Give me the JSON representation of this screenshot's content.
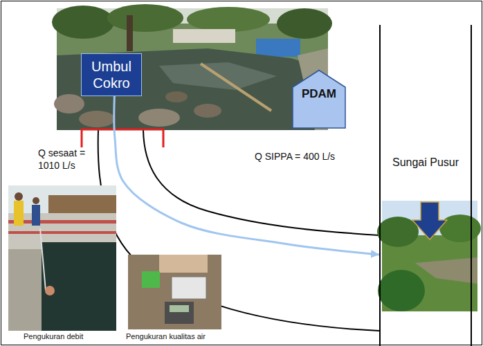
{
  "diagram": {
    "nodes": [
      {
        "text": [
          "Umbul Cokro"
        ]
      },
      {
        "text": [
          "PDAM"
        ]
      },
      {
        "text": [
          "Sungai Pusur"
        ]
      }
    ],
    "edges": [
      {
        "from": 0,
        "to": 2,
        "arrow": "to"
      }
    ],
    "labels": [
      "Q sesaat = 1010 L/s",
      "Q SIPPA = 400 L/s",
      "Pengukuran debit",
      "Pengukuran kualitas air"
    ]
  }
}
